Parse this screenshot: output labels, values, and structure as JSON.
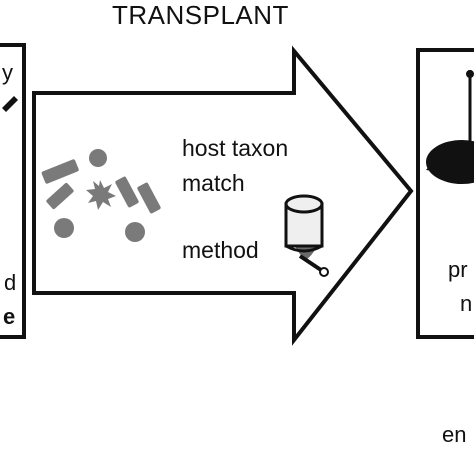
{
  "diagram": {
    "title": "TRANSPLANT",
    "arrow_text": {
      "host_taxon_line1": "host taxon",
      "host_taxon_line2": "match",
      "method": "method"
    },
    "left_panel": {
      "fragment_top": "y",
      "fragment_mid": "d",
      "fragment_bottom": "e"
    },
    "right_panel": {
      "fragment_1": "pr",
      "fragment_2": "n"
    },
    "bottom_fragment": "en"
  },
  "colors": {
    "outline": "#111111",
    "shapes": "#7a7a7a",
    "cylinder_top": "#efefef",
    "cylinder_base": "#6a6a6a",
    "background": "#ffffff"
  },
  "icons": [
    "microbe-fragments-icon",
    "spark-icon",
    "transplant-tube-icon",
    "specimen-icon"
  ]
}
